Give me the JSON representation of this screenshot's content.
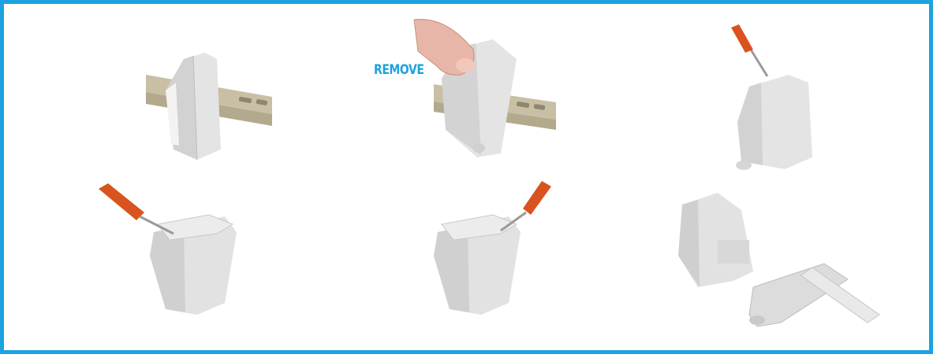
{
  "figure": {
    "type": "installation-steps-diagram",
    "steps": [
      {
        "id": 1,
        "description_icon": "din-rail-module-mounted"
      },
      {
        "id": 2,
        "description_icon": "finger-press-release",
        "label": "REMOVE"
      },
      {
        "id": 3,
        "description_icon": "screwdriver-top-slot"
      },
      {
        "id": 4,
        "description_icon": "screwdriver-open-cover-left"
      },
      {
        "id": 5,
        "description_icon": "screwdriver-open-cover-right"
      },
      {
        "id": 6,
        "description_icon": "module-with-detached-base"
      }
    ]
  },
  "colors": {
    "border": "#1ea2e0",
    "label": "#1ea2e0",
    "housing": "#e3e3e3",
    "housing_shade": "#c9c9c9",
    "rail": "#c8bfa5",
    "handle": "#d9531e",
    "skin": "#e8b6a8"
  }
}
